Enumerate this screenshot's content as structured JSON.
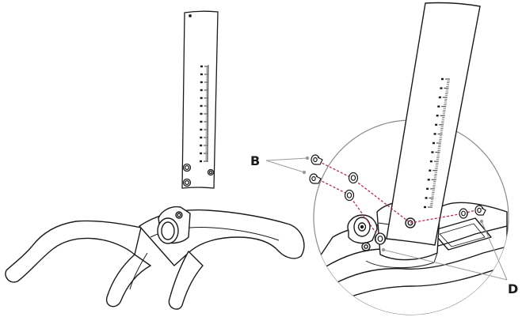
{
  "labels": {
    "b": "B",
    "d": "D"
  },
  "colors": {
    "line": "#1a1a1a",
    "leader": "#9a9a9a",
    "dashed": "#c0264a",
    "background": "#ffffff"
  },
  "icons": {
    "bolt": "bolt-icon",
    "washer": "washer-icon",
    "knob": "adjustment-knob-icon"
  },
  "callouts": {
    "b_count": 2,
    "d_count": 2
  }
}
